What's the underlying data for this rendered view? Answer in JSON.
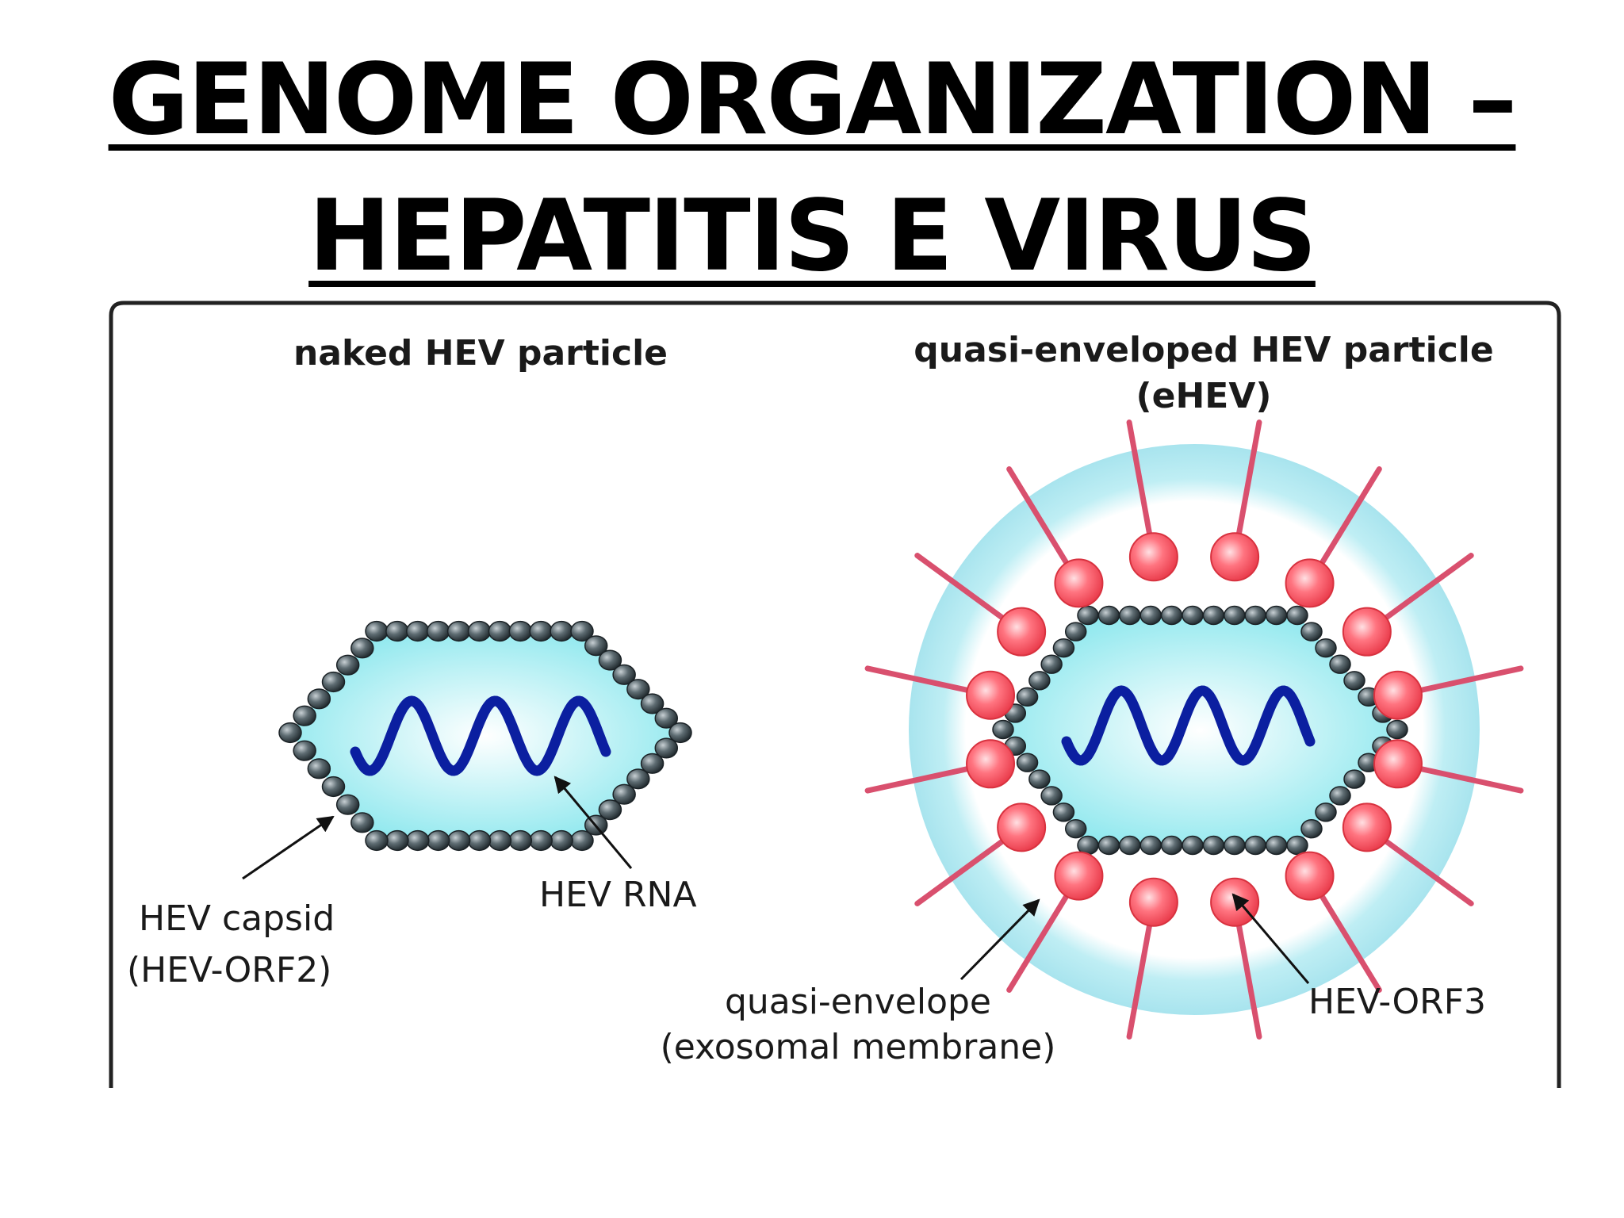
{
  "slide": {
    "title_line1": "GENOME ORGANIZATION –",
    "title_line2": "HEPATITIS E VIRUS"
  },
  "figure": {
    "naked": {
      "heading": "naked HEV particle",
      "label_capsid_1": "HEV capsid",
      "label_capsid_2": "(HEV-ORF2)",
      "label_rna": "HEV RNA"
    },
    "enveloped": {
      "heading_1": "quasi-enveloped HEV particle",
      "heading_2": "(eHEV)",
      "label_envelope_1": "quasi-envelope",
      "label_envelope_2": "(exosomal membrane)",
      "label_orf3": "HEV-ORF3"
    },
    "colors": {
      "capsid_bead": "#3d4a50",
      "rna": "#0b1fa0",
      "core_fill": "#8fe8ee",
      "envelope": "#a8e4ee",
      "orf3_protein": "#ff5a66",
      "orf3_spike": "#d9506e",
      "frame": "#222222"
    }
  }
}
